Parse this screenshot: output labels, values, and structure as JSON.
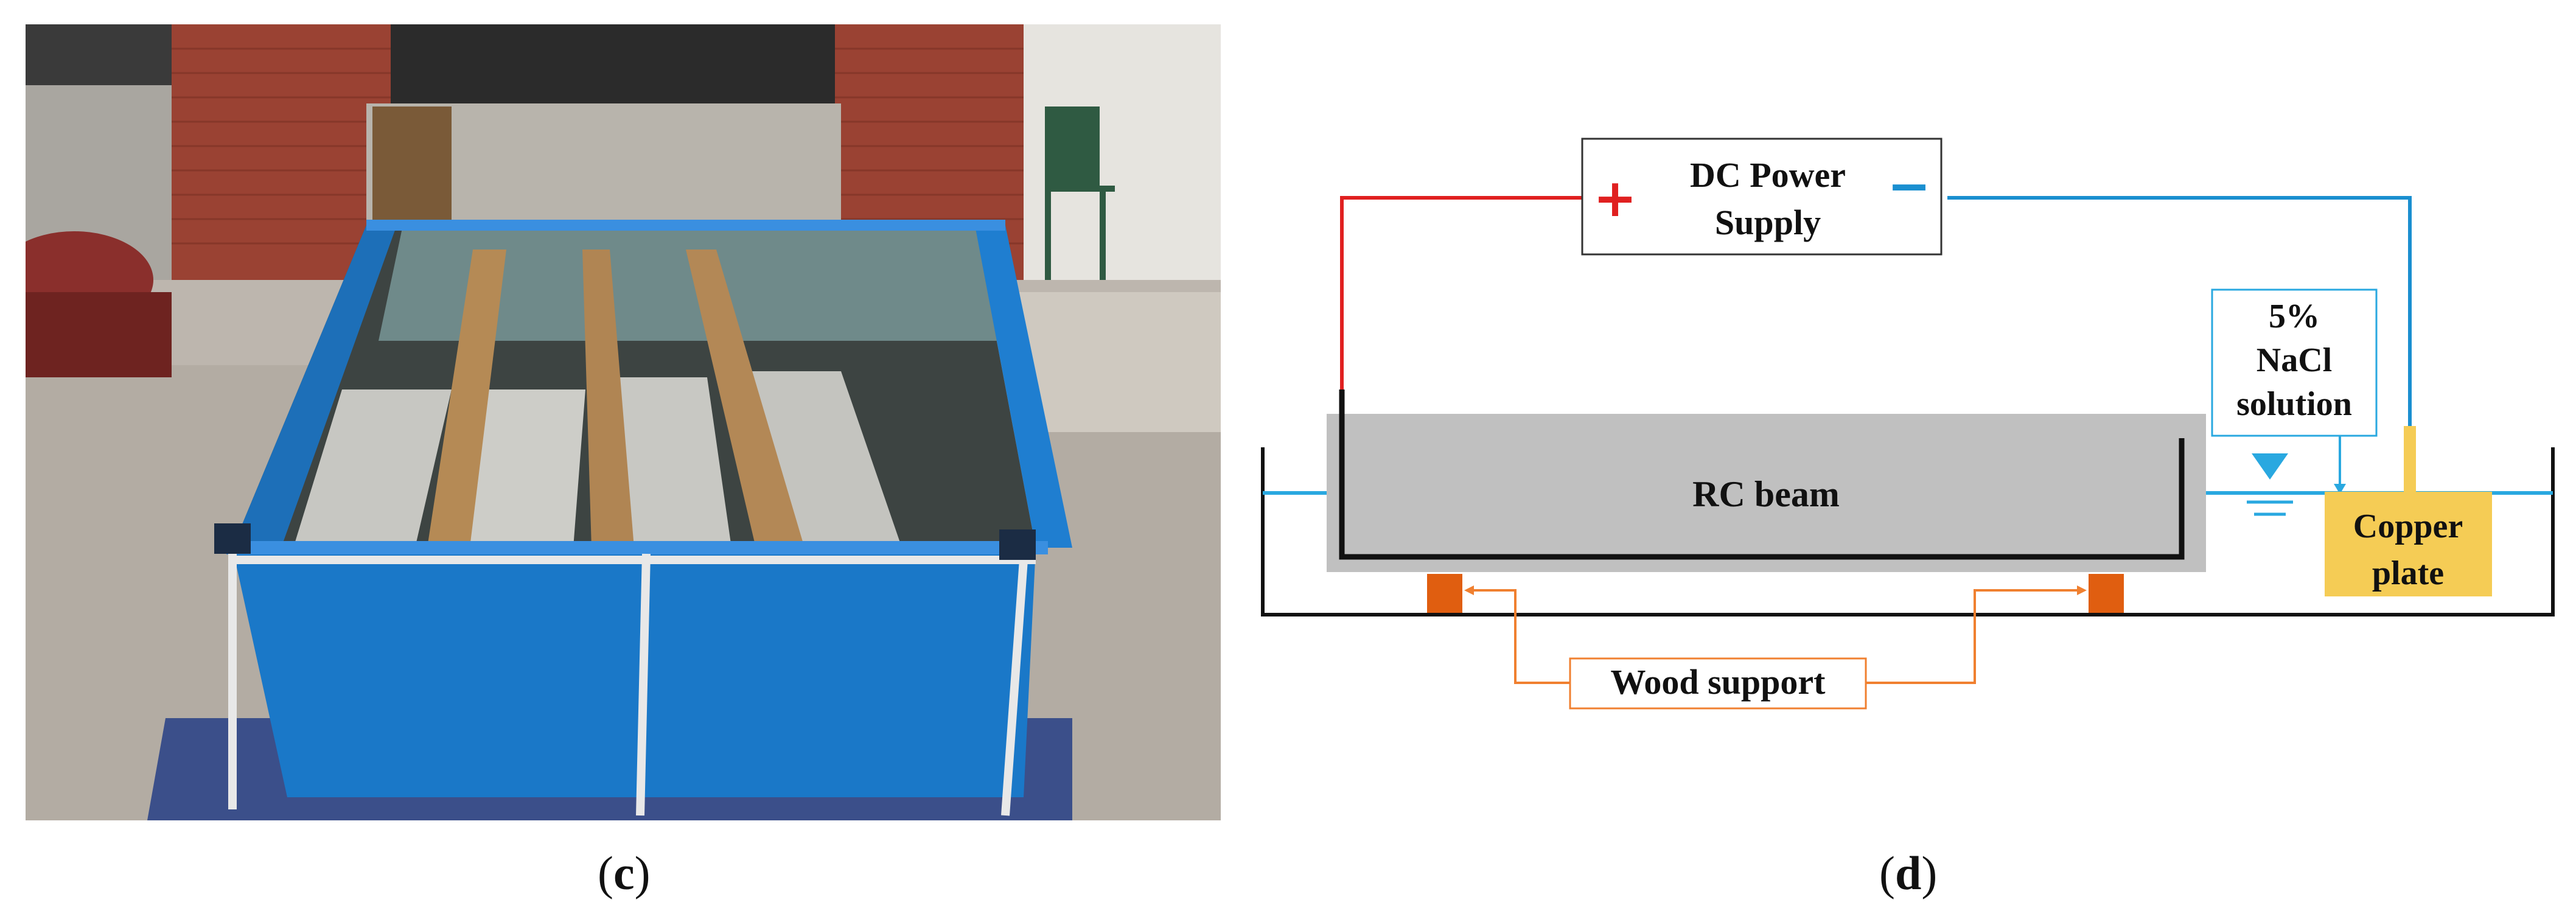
{
  "captions": {
    "left_letter": "c",
    "right_letter": "d"
  },
  "diagram": {
    "power_supply": {
      "line1": "DC Power",
      "line2": "Supply",
      "plus": "+",
      "minus": "−"
    },
    "solution": {
      "line1": "5%",
      "line2": "NaCl",
      "line3": "solution"
    },
    "beam_label": "RC beam",
    "copper": {
      "line1": "Copper",
      "line2": "plate"
    },
    "wood_label": "Wood support",
    "colors": {
      "positive_wire": "#e02020",
      "negative_wire": "#1a8fd0",
      "water": "#29a8e0",
      "beam": "#c0c0c0",
      "copper": "#f5cc55",
      "wood": "#e05e10",
      "wood_line": "#f08030"
    }
  }
}
